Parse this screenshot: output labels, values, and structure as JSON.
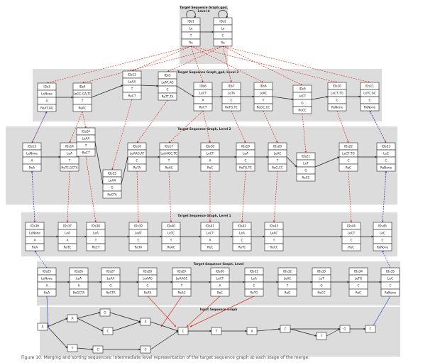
{
  "levels": {
    "level4": {
      "title_line1": "Target Sequence Graph_gpd,",
      "title_line2": "Level 4"
    },
    "level3": {
      "title": "Target Sequence Graph_gpd, Level 3"
    },
    "level2": {
      "title": "Target Sequence Graph, Level 2"
    },
    "level1": {
      "title": "Target Sequence Graph, Level 1"
    },
    "level0": {
      "title": "Target Sequence Graph, Level"
    },
    "input": {
      "title": "Input Sequence Graph"
    }
  },
  "nodes": {
    "l4": [
      {
        "rows": [
          "IDs1",
          "Le",
          "T",
          "Re"
        ]
      },
      {
        "rows": [
          "IDs2",
          "Le",
          "C",
          "Re"
        ]
      }
    ],
    "l3": [
      {
        "rows": [
          "IDs3",
          "LeNone",
          "A",
          "ReAT,AG"
        ]
      },
      {
        "rows": [
          "IDs4",
          "LeGC,GA,TC",
          "T",
          "ReAC"
        ]
      },
      {
        "rows": [
          "IDs12",
          "LeAA",
          "T",
          "ReCT"
        ]
      },
      {
        "rows": [
          "IDs5",
          "LeAT,AG",
          "C",
          "ReTT,TA"
        ]
      },
      {
        "rows": [
          "IDs6",
          "LeCT",
          "A",
          "ReCT"
        ]
      },
      {
        "rows": [
          "IDs7",
          "LeTA",
          "C",
          "ReTG,TC"
        ]
      },
      {
        "rows": [
          "IDs8",
          "LeAC",
          "T",
          "ReGC,CC"
        ]
      },
      {
        "rows": [
          "IDs9",
          "LeCT",
          "G",
          "ReCC"
        ]
      },
      {
        "rows": [
          "IDs10",
          "LeCT,TG",
          "C",
          "ReNone"
        ]
      },
      {
        "rows": [
          "IDs11",
          "LeTC,GC",
          "C",
          "ReNone"
        ]
      }
    ],
    "l2": [
      {
        "rows": [
          "IDs13",
          "LeNone",
          "A",
          "ReA"
        ]
      },
      {
        "rows": [
          "IDs14",
          "LeA",
          "T",
          "ReTC,GCTA"
        ]
      },
      {
        "rows": [
          "IDs24",
          "LeAA",
          "T",
          "ReCT"
        ]
      },
      {
        "rows": [
          "IDs15",
          "LeAA",
          "G",
          "ReCTA"
        ]
      },
      {
        "rows": [
          "IDs16",
          "LeAAG,AT",
          "C",
          "ReTA"
        ]
      },
      {
        "rows": [
          "IDs17",
          "LeAAGC,TC",
          "T",
          "ReAC"
        ]
      },
      {
        "rows": [
          "IDs18",
          "LeCT",
          "A",
          "ReC"
        ]
      },
      {
        "rows": [
          "IDs19",
          "LeA",
          "C",
          "ReTG,TC"
        ]
      },
      {
        "rows": [
          "IDs20",
          "LeAC",
          "T",
          "ReG,CC"
        ]
      },
      {
        "rows": [
          "IDs21",
          "LeT",
          "G",
          "ReCC"
        ]
      },
      {
        "rows": [
          "IDs22",
          "LeCT,TG",
          "C",
          "ReC"
        ]
      },
      {
        "rows": [
          "IDs23",
          "LeC",
          "C",
          "ReNone"
        ]
      }
    ],
    "l1": [
      {
        "rows": [
          "IDs36",
          "LeNone",
          "A",
          "ReA"
        ]
      },
      {
        "rows": [
          "IDs37",
          "LeA",
          "A",
          "ReTC"
        ]
      },
      {
        "rows": [
          "IDs38",
          "LeA",
          "T",
          "ReCT"
        ]
      },
      {
        "rows": [
          "IDs39",
          "LeAT",
          "C",
          "ReTA"
        ]
      },
      {
        "rows": [
          "IDs40",
          "LeTC",
          "T",
          "ReAC"
        ]
      },
      {
        "rows": [
          "IDs41",
          "LeCT",
          "A",
          "ReC"
        ]
      },
      {
        "rows": [
          "IDs42",
          "LeA",
          "C",
          "ReTC"
        ]
      },
      {
        "rows": [
          "IDs43",
          "LeAC",
          "T",
          "ReCC"
        ]
      },
      {
        "rows": [
          "IDs44",
          "LeCT",
          "C",
          "ReC"
        ]
      },
      {
        "rows": [
          "IDs45",
          "LeC",
          "C",
          "ReNone"
        ]
      }
    ],
    "l0": [
      {
        "rows": [
          "IDs25",
          "LeNone",
          "A",
          "ReA"
        ]
      },
      {
        "rows": [
          "IDs26",
          "LeA",
          "A",
          "ReGCTA"
        ]
      },
      {
        "rows": [
          "IDs27",
          "LeAA",
          "G",
          "ReCTA"
        ]
      },
      {
        "rows": [
          "IDs28",
          "LeAAG",
          "C",
          "ReTA"
        ]
      },
      {
        "rows": [
          "IDs29",
          "LeAAGC",
          "T",
          "ReAC"
        ]
      },
      {
        "rows": [
          "IDs30",
          "LeCT",
          "A",
          "ReC"
        ]
      },
      {
        "rows": [
          "IDs31",
          "LeA",
          "C",
          "ReTG"
        ]
      },
      {
        "rows": [
          "IDs32",
          "LeAC",
          "T",
          "ReG"
        ]
      },
      {
        "rows": [
          "IDs33",
          "LeT",
          "G",
          "ReCC"
        ]
      },
      {
        "rows": [
          "IDs34",
          "LeTG",
          "C",
          "ReC"
        ]
      },
      {
        "rows": [
          "IDs35",
          "LeC",
          "C",
          "ReNone"
        ]
      }
    ]
  },
  "input_nodes": [
    "A",
    "A",
    "T",
    "G",
    "C",
    "A",
    "C",
    "C",
    "T",
    "A",
    "C",
    "T",
    "G",
    "C",
    "C"
  ],
  "caption": "Figure 10. Merging and sorting sequences: intermediate level representation of the target sequence graph at each stage of the merge."
}
